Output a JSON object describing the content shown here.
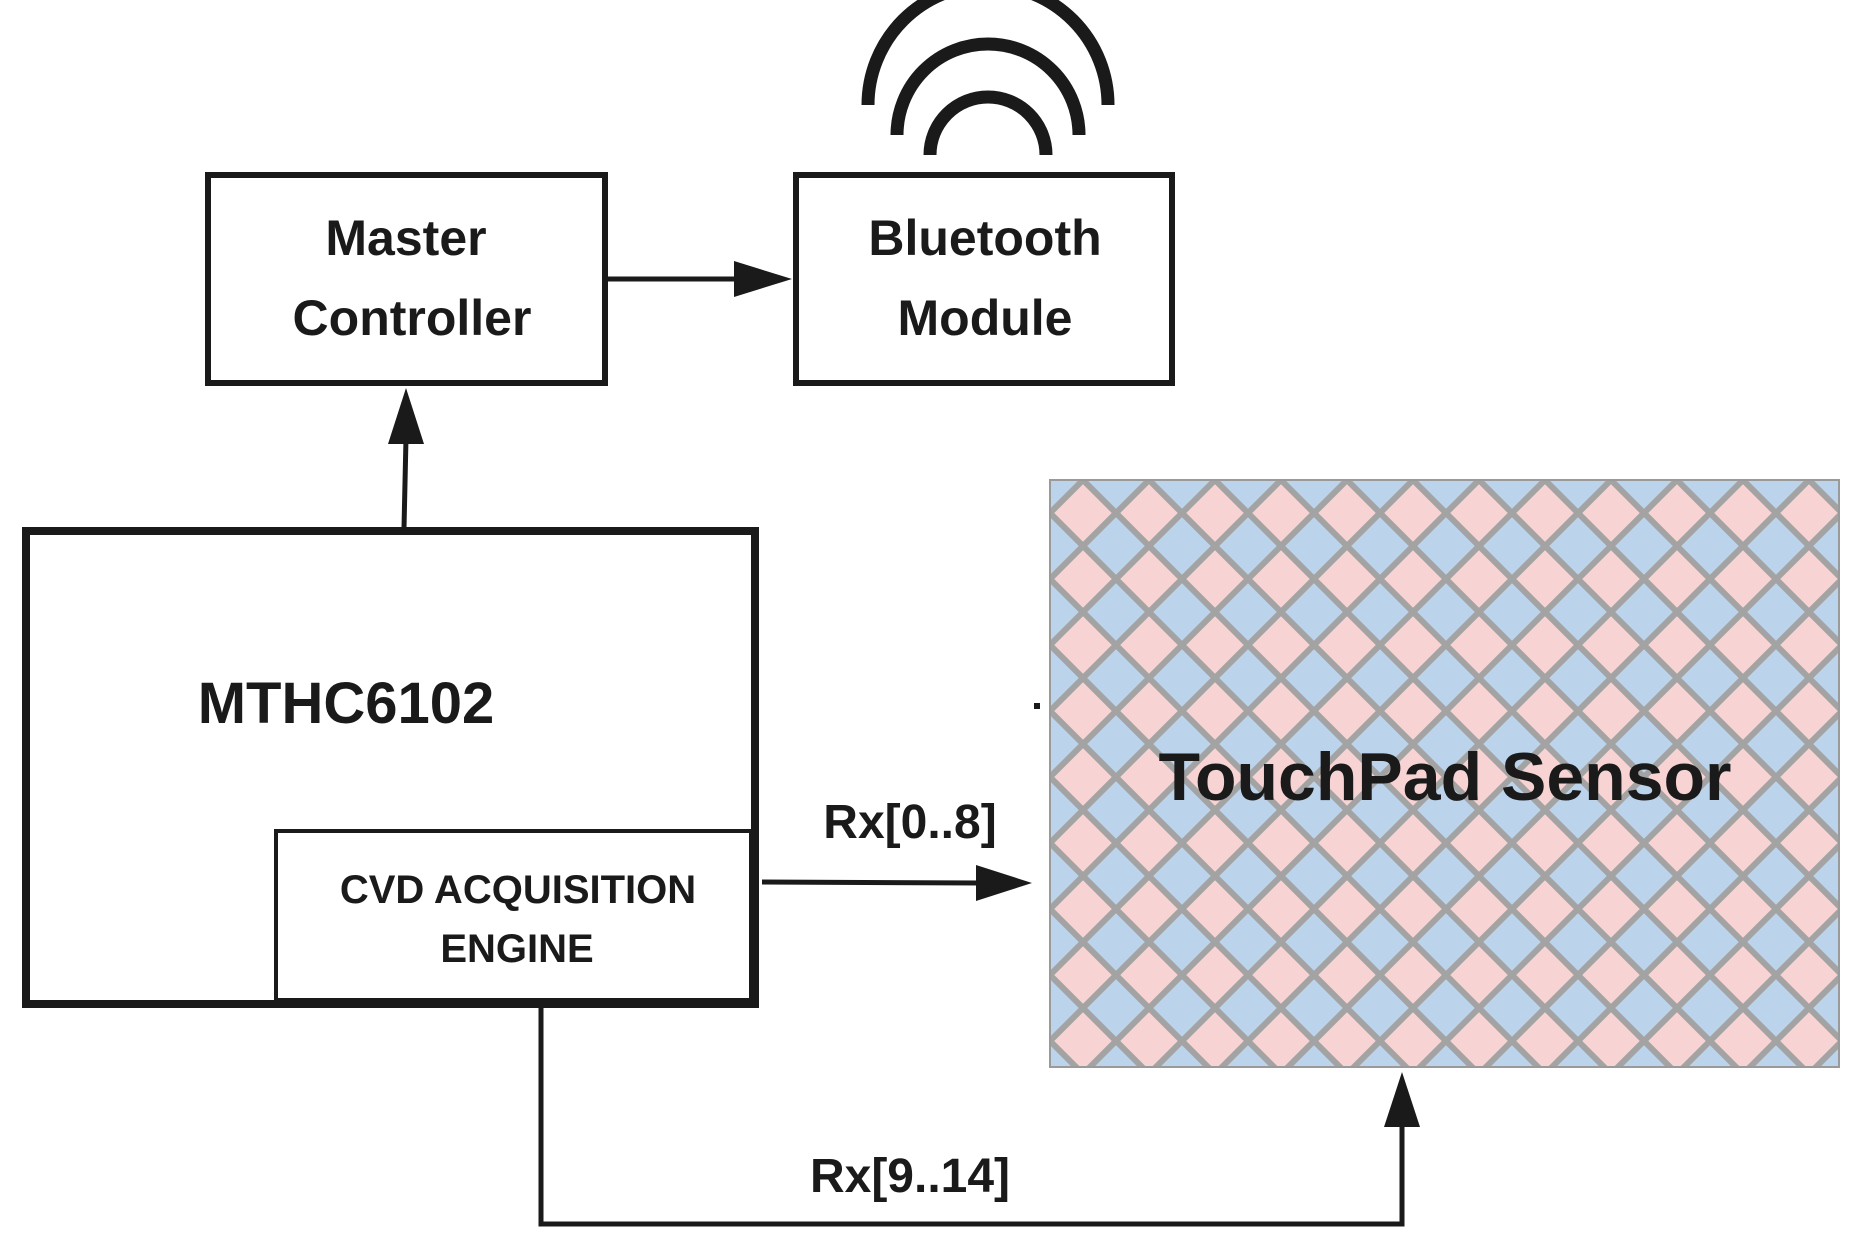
{
  "blocks": {
    "master_controller": {
      "line1": "Master",
      "line2": "Controller"
    },
    "bluetooth_module": {
      "line1": "Bluetooth",
      "line2": "Module"
    },
    "mthc6102": {
      "label": "MTHC6102"
    },
    "cvd_engine": {
      "line1": "CVD ACQUISITION",
      "line2": "ENGINE"
    },
    "touchpad_sensor": {
      "label": "TouchPad Sensor"
    }
  },
  "connections": {
    "rx_upper": {
      "label": "Rx[0..8]"
    },
    "rx_lower": {
      "label": "Rx[9..14]"
    }
  },
  "colors": {
    "stroke": "#1a1a1a",
    "tile_pink": "#f7d3d3",
    "tile_blue": "#bcd3ec",
    "grid_line": "#a3a3a3"
  },
  "icons": {
    "wireless": "wireless-signal-icon"
  }
}
